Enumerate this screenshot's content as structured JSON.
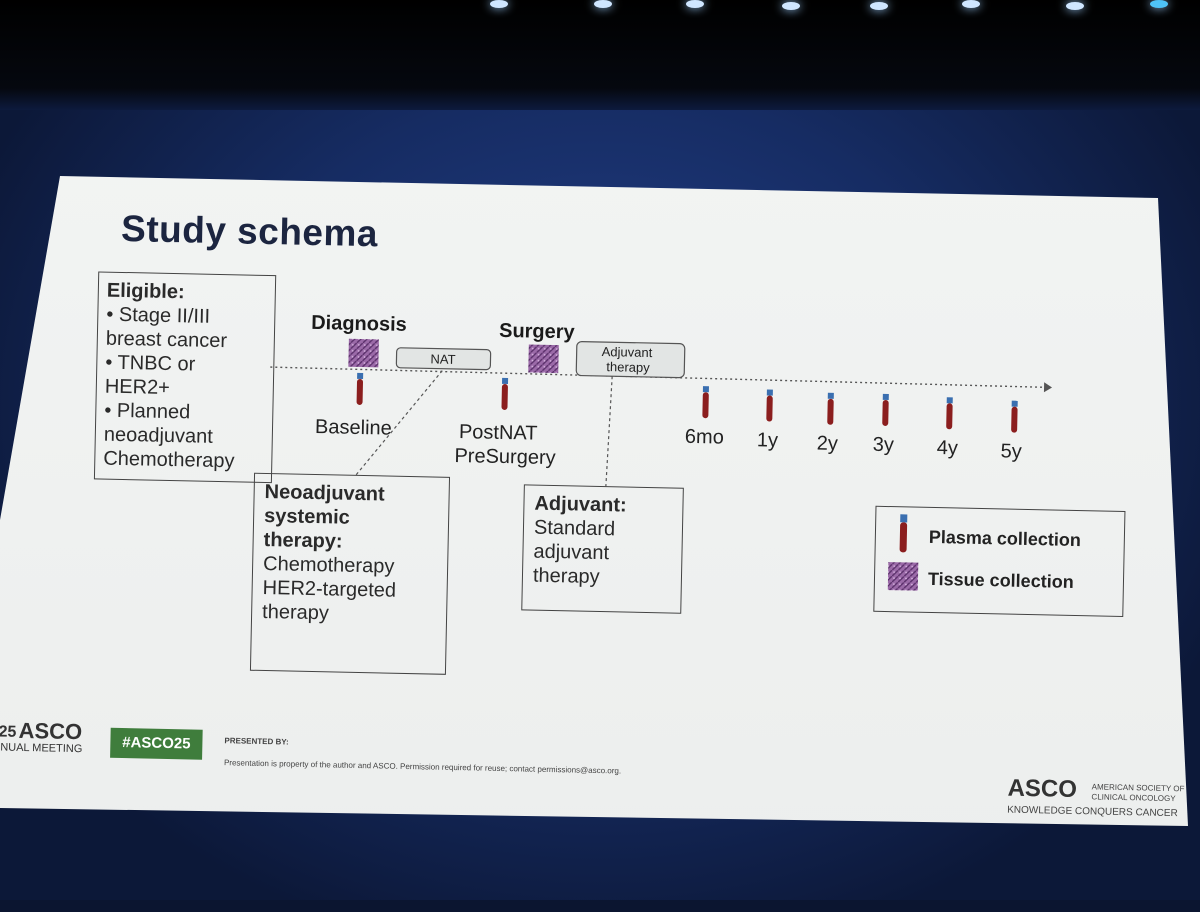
{
  "slide": {
    "title": "Study schema",
    "eligible": {
      "heading": "Eligible:",
      "lines": [
        "• Stage II/III",
        "breast cancer",
        "• TNBC or",
        "HER2+",
        "• Planned",
        "neoadjuvant",
        "Chemotherapy"
      ]
    },
    "stages": {
      "diagnosis": "Diagnosis",
      "surgery": "Surgery"
    },
    "phases": {
      "nat": "NAT",
      "adjuvant_line1": "Adjuvant",
      "adjuvant_line2": "therapy"
    },
    "timepoints": {
      "baseline": "Baseline",
      "postnat": "PostNAT",
      "presurgery": "PreSurgery",
      "m6": "6mo",
      "y1": "1y",
      "y2": "2y",
      "y3": "3y",
      "y4": "4y",
      "y5": "5y"
    },
    "neo_box": {
      "heading_l1": "Neoadjuvant",
      "heading_l2": "systemic",
      "heading_l3": "therapy:",
      "lines": [
        "Chemotherapy",
        "HER2-targeted",
        "therapy"
      ]
    },
    "adj_box": {
      "heading": "Adjuvant:",
      "lines": [
        "Standard",
        "adjuvant",
        "therapy"
      ]
    },
    "legend": {
      "plasma": "Plasma collection",
      "tissue": "Tissue collection"
    },
    "footer": {
      "meeting_year": "25",
      "meeting_brand": "ASCO",
      "meeting_name": "NUAL MEETING",
      "hashtag": "#ASCO25",
      "presented_by": "PRESENTED BY:",
      "notice": "Presentation is property of the author and ASCO. Permission required for reuse; contact permissions@asco.org.",
      "org_brand": "ASCO",
      "org_line1": "AMERICAN SOCIETY OF",
      "org_line2": "CLINICAL ONCOLOGY",
      "tagline": "KNOWLEDGE CONQUERS CANCER"
    }
  },
  "colors": {
    "tube_body": "#8b1e1e",
    "tube_cap": "#3a6fb0",
    "tissue": "#8a5aa0",
    "hashtag_bg": "#3f7d3c"
  }
}
